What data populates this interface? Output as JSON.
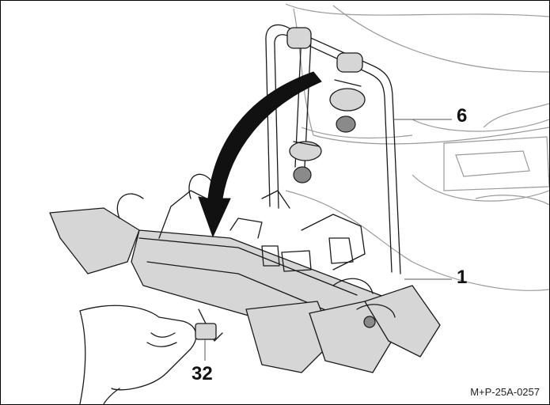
{
  "callouts": {
    "label_6": "6",
    "label_1": "1",
    "label_32": "32"
  },
  "reference_code": "M+P-25A-0257",
  "colors": {
    "line": "#1a1a1a",
    "car_outline": "#9a9a9a",
    "part_fill": "#d6d6d6",
    "arrow_fill": "#111111"
  }
}
